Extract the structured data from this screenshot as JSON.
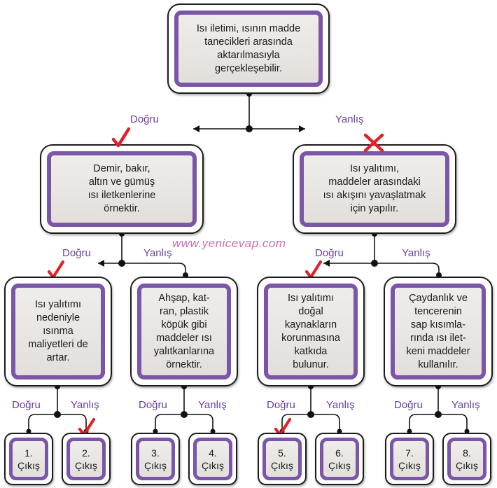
{
  "watermark": "www.yenicevap.com",
  "root": {
    "lines": [
      "Isı iletimi, ısının madde",
      "tanecikleri arasında",
      "aktarılmasıyla",
      "gerçekleşebilir."
    ]
  },
  "level1": [
    {
      "lines": [
        "Demir, bakır,",
        "altın ve gümüş",
        "ısı iletkenlerine",
        "örnektir."
      ]
    },
    {
      "lines": [
        "Isı yalıtımı,",
        "maddeler arasındaki",
        "ısı akışını yavaşlatmak",
        "için yapılır."
      ]
    }
  ],
  "level2": [
    {
      "lines": [
        "Isı yalıtımı",
        "nedeniyle",
        "ısınma",
        "maliyetleri de",
        "artar."
      ]
    },
    {
      "lines": [
        "Ahşap, kat-",
        "ran, plastik",
        "köpük gibi",
        "maddeler ısı",
        "yalıtkanlarına",
        "örnektir."
      ]
    },
    {
      "lines": [
        "Isı yalıtımı",
        "doğal",
        "kaynakların",
        "korunmasına",
        "katkıda",
        "bulunur."
      ]
    },
    {
      "lines": [
        "Çaydanlık ve",
        "tencerenin",
        "sap kısımla-",
        "rında ısı ilet-",
        "keni maddeler",
        "kullanılır."
      ]
    }
  ],
  "exits": [
    {
      "lines": [
        "1.",
        "Çıkış"
      ]
    },
    {
      "lines": [
        "2.",
        "Çıkış"
      ]
    },
    {
      "lines": [
        "3.",
        "Çıkış"
      ]
    },
    {
      "lines": [
        "4.",
        "Çıkış"
      ]
    },
    {
      "lines": [
        "5.",
        "Çıkış"
      ]
    },
    {
      "lines": [
        "6.",
        "Çıkış"
      ]
    },
    {
      "lines": [
        "7.",
        "Çıkış"
      ]
    },
    {
      "lines": [
        "8.",
        "Çıkış"
      ]
    }
  ],
  "labels": {
    "true": "Doğru",
    "false": "Yanlış"
  },
  "colors": {
    "frame": "#7b56a8",
    "label": "#6a3f9c",
    "check": "#e0202a",
    "watermark": "#c86fb6"
  },
  "icons": {
    "correct": "check-icon",
    "wrong": "cross-icon"
  }
}
